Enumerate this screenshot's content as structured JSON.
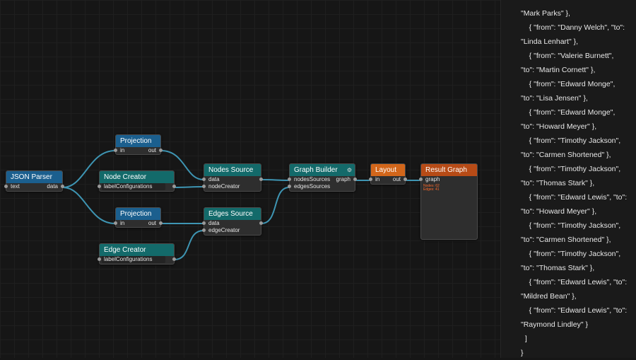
{
  "canvas": {
    "nodes": {
      "json_parser": {
        "title": "JSON Parser",
        "in": "text",
        "out": "data"
      },
      "projection1": {
        "title": "Projection",
        "in": "in",
        "out": "out"
      },
      "node_creator": {
        "title": "Node Creator",
        "in": "labelConfigurations"
      },
      "nodes_source": {
        "title": "Nodes Source",
        "in1": "data",
        "in2": "nodeCreator"
      },
      "projection2": {
        "title": "Projection",
        "in": "in",
        "out": "out"
      },
      "edges_source": {
        "title": "Edges Source",
        "in1": "data",
        "in2": "edgeCreator"
      },
      "edge_creator": {
        "title": "Edge Creator",
        "in": "labelConfigurations"
      },
      "graph_builder": {
        "title": "Graph Builder",
        "gear": "⚙",
        "in1": "nodesSources",
        "in2": "edgesSources",
        "out": "graph"
      },
      "layout": {
        "title": "Layout",
        "in": "in",
        "out": "out"
      },
      "result_graph": {
        "title": "Result Graph",
        "in": "graph",
        "stat1": "Nodes: 62",
        "stat2": "Edges: 41"
      }
    }
  },
  "sidebar": {
    "lines": [
      "\"Mark Parks\" },",
      "    { \"from\": \"Danny Welch\", \"to\":",
      "\"Linda Lenhart\" },",
      "    { \"from\": \"Valerie Burnett\",",
      "\"to\": \"Martin Cornett\" },",
      "    { \"from\": \"Edward Monge\",",
      "\"to\": \"Lisa Jensen\" },",
      "    { \"from\": \"Edward Monge\",",
      "\"to\": \"Howard Meyer\" },",
      "    { \"from\": \"Timothy Jackson\",",
      "\"to\": \"Carmen Shortened\" },",
      "    { \"from\": \"Timothy Jackson\",",
      "\"to\": \"Thomas Stark\" },",
      "    { \"from\": \"Edward Lewis\", \"to\":",
      "\"to\": \"Howard Meyer\" },",
      "    { \"from\": \"Timothy Jackson\",",
      "\"to\": \"Carmen Shortened\" },",
      "    { \"from\": \"Timothy Jackson\",",
      "\"to\": \"Thomas Stark\" },",
      "    { \"from\": \"Edward Lewis\", \"to\":",
      "\"Mildred Bean\" },",
      "    { \"from\": \"Edward Lewis\", \"to\":",
      "\"Raymond Lindley\" }",
      "  ]",
      "}"
    ]
  },
  "colors": {
    "wire": "#3e95b3",
    "header_blue": "#1b5f8e",
    "header_teal": "#136a6a",
    "header_orange": "#d2661a",
    "header_rust": "#b74b16",
    "stats_text": "#ff6a2a"
  }
}
